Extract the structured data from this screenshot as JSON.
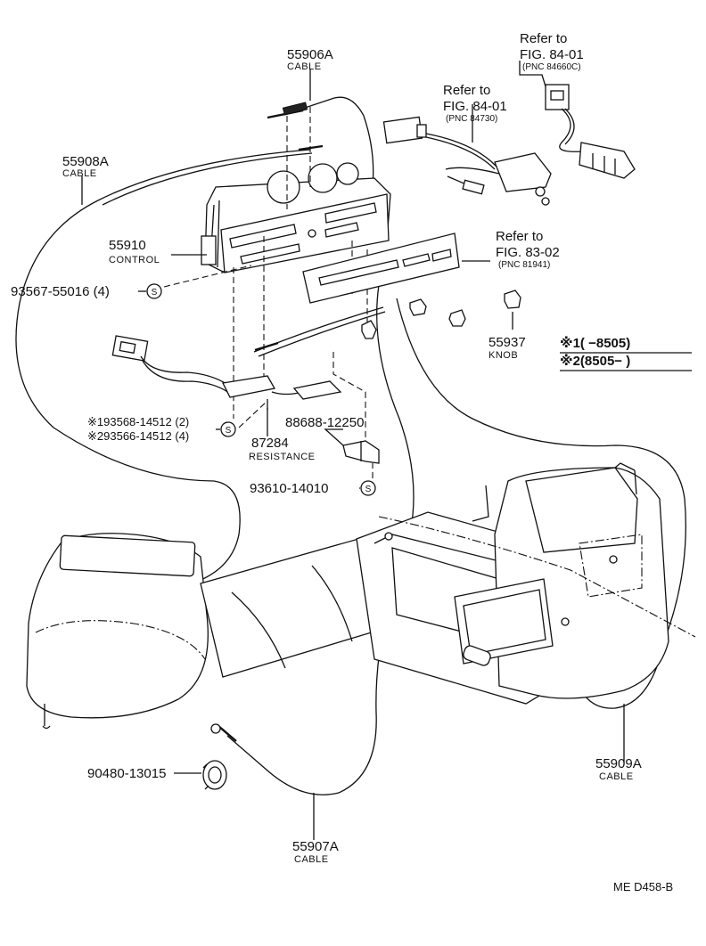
{
  "labels": {
    "cable_top": {
      "pn": "55906A",
      "caption": "CABLE"
    },
    "cable_left": {
      "pn": "55908A",
      "caption": "CABLE"
    },
    "control": {
      "pn": "55910",
      "caption": "CONTROL"
    },
    "screw_control": {
      "pn": "93567-55016 (4)"
    },
    "screw_s1": {
      "pn": "※193568-14512 (2)"
    },
    "screw_s2": {
      "pn": "※293566-14512 (4)"
    },
    "resistance": {
      "pn": "87284",
      "caption": "RESISTANCE"
    },
    "bracket": {
      "pn": "88688-12250"
    },
    "screw_bracket": {
      "pn": "93610-14010"
    },
    "knob": {
      "pn": "55937",
      "caption": "KNOB"
    },
    "grommet": {
      "pn": "90480-13015"
    },
    "cable_bottom": {
      "pn": "55907A",
      "caption": "CABLE"
    },
    "cable_right": {
      "pn": "55909A",
      "caption": "CABLE"
    }
  },
  "references": {
    "ref1": {
      "line1": "Refer to",
      "line2": "FIG. 84-01",
      "pnc": "(PNC 84660C)"
    },
    "ref2": {
      "line1": "Refer to",
      "line2": "FIG. 84-01",
      "pnc": "(PNC 84730)"
    },
    "ref3": {
      "line1": "Refer to",
      "line2": "FIG. 83-02",
      "pnc": "(PNC 81941)"
    }
  },
  "notes": {
    "note1": "※1(      −8505)",
    "note2": "※2(8505−      )"
  },
  "symbols": {
    "screw": "S"
  },
  "footer": {
    "code": "ME  D458-B"
  }
}
